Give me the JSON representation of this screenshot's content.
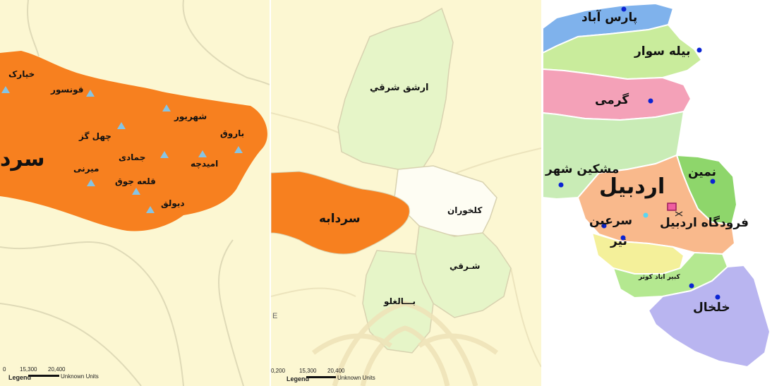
{
  "panel1": {
    "region_label": "سرد",
    "places": [
      "خیارک",
      "قونسور",
      "شهریور",
      "چهل گز",
      "باروق",
      "جمادی",
      "امیدچه",
      "میرنی",
      "قلعه جوق",
      "دیولق"
    ],
    "scale": {
      "ticks": [
        "0",
        "15,300",
        "20,400"
      ],
      "units": "Unknown Units",
      "legend": "Legend"
    },
    "colors": {
      "background": "#fcf7d2",
      "region": "#f7801f",
      "triangle": "#86c4e4"
    }
  },
  "panel2": {
    "regions": [
      "ارشق شرقي",
      "سردابه",
      "كلخوران",
      "شـرقي",
      "بـــالغلو"
    ],
    "compass": "E",
    "scale": {
      "ticks": [
        "0,200",
        "15,300",
        "20,400"
      ],
      "units": "Unknown Units",
      "legend": "Legend"
    },
    "colors": {
      "background": "#fcf7d2",
      "region_highlight": "#f7801f",
      "region_green": "#e6f5c8",
      "region_white": "#fefdf3"
    }
  },
  "panel3": {
    "province": "اردبیل",
    "counties": [
      "پارس آباد",
      "بیله سوار",
      "گرمی",
      "مشکین شهر",
      "نمین",
      "فرودگاه اردبیل",
      "سرعین",
      "نیر",
      "خلخال",
      "کبیر اباد کوثر"
    ],
    "colors": {
      "pars_abad": "#7fb2ec",
      "bileh_savar": "#c9ec9c",
      "germi": "#f4a1b8",
      "meshgin": "#c9ecb6",
      "ardabil": "#f9b98c",
      "namin": "#8ed66b",
      "sarein": "#f4f09a",
      "kowsar": "#b4e890",
      "khalkhal": "#b9b5f0",
      "dot": "#0b24d3",
      "airport": "#f05ea0"
    }
  }
}
